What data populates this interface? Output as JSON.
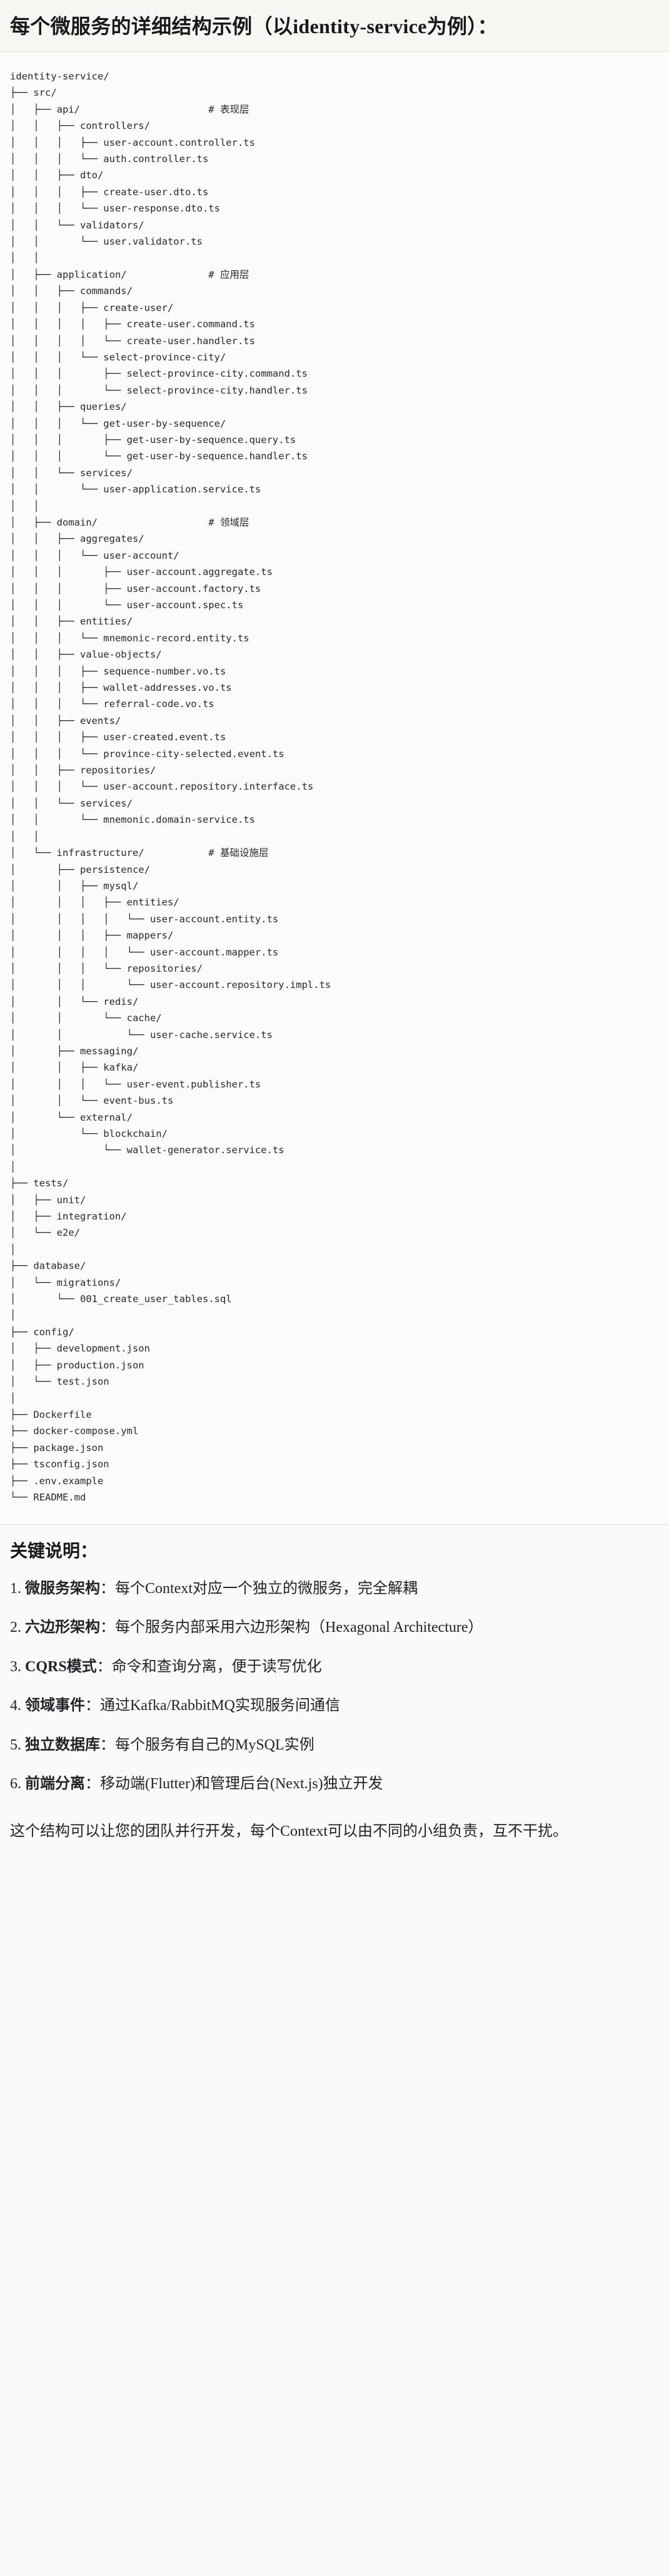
{
  "document": {
    "title": "每个微服务的详细结构示例（以identity-service为例）："
  },
  "tree": {
    "root": "identity-service/",
    "text": "identity-service/\n├── src/\n│   ├── api/                      # 表现层\n│   │   ├── controllers/\n│   │   │   ├── user-account.controller.ts\n│   │   │   └── auth.controller.ts\n│   │   ├── dto/\n│   │   │   ├── create-user.dto.ts\n│   │   │   └── user-response.dto.ts\n│   │   └── validators/\n│   │       └── user.validator.ts\n│   │\n│   ├── application/              # 应用层\n│   │   ├── commands/\n│   │   │   ├── create-user/\n│   │   │   │   ├── create-user.command.ts\n│   │   │   │   └── create-user.handler.ts\n│   │   │   └── select-province-city/\n│   │   │       ├── select-province-city.command.ts\n│   │   │       └── select-province-city.handler.ts\n│   │   ├── queries/\n│   │   │   └── get-user-by-sequence/\n│   │   │       ├── get-user-by-sequence.query.ts\n│   │   │       └── get-user-by-sequence.handler.ts\n│   │   └── services/\n│   │       └── user-application.service.ts\n│   │\n│   ├── domain/                   # 领域层\n│   │   ├── aggregates/\n│   │   │   └── user-account/\n│   │   │       ├── user-account.aggregate.ts\n│   │   │       ├── user-account.factory.ts\n│   │   │       └── user-account.spec.ts\n│   │   ├── entities/\n│   │   │   └── mnemonic-record.entity.ts\n│   │   ├── value-objects/\n│   │   │   ├── sequence-number.vo.ts\n│   │   │   ├── wallet-addresses.vo.ts\n│   │   │   └── referral-code.vo.ts\n│   │   ├── events/\n│   │   │   ├── user-created.event.ts\n│   │   │   └── province-city-selected.event.ts\n│   │   ├── repositories/\n│   │   │   └── user-account.repository.interface.ts\n│   │   └── services/\n│   │       └── mnemonic.domain-service.ts\n│   │\n│   └── infrastructure/           # 基础设施层\n│       ├── persistence/\n│       │   ├── mysql/\n│       │   │   ├── entities/\n│       │   │   │   └── user-account.entity.ts\n│       │   │   ├── mappers/\n│       │   │   │   └── user-account.mapper.ts\n│       │   │   └── repositories/\n│       │   │       └── user-account.repository.impl.ts\n│       │   └── redis/\n│       │       └── cache/\n│       │           └── user-cache.service.ts\n│       ├── messaging/\n│       │   ├── kafka/\n│       │   │   └── user-event.publisher.ts\n│       │   └── event-bus.ts\n│       └── external/\n│           └── blockchain/\n│               └── wallet-generator.service.ts\n│\n├── tests/\n│   ├── unit/\n│   ├── integration/\n│   └── e2e/\n│\n├── database/\n│   └── migrations/\n│       └── 001_create_user_tables.sql\n│\n├── config/\n│   ├── development.json\n│   ├── production.json\n│   └── test.json\n│\n├── Dockerfile\n├── docker-compose.yml\n├── package.json\n├── tsconfig.json\n├── .env.example\n└── README.md",
    "layer_comments": [
      "# 表现层",
      "# 应用层",
      "# 领域层",
      "# 基础设施层"
    ]
  },
  "key_points": {
    "heading": "关键说明：",
    "items": [
      {
        "term": "微服务架构",
        "sep": "：",
        "desc": "每个Context对应一个独立的微服务，完全解耦"
      },
      {
        "term": "六边形架构",
        "sep": "：",
        "desc": "每个服务内部采用六边形架构（Hexagonal Architecture）"
      },
      {
        "term": "CQRS模式",
        "sep": "：",
        "desc": "命令和查询分离，便于读写优化"
      },
      {
        "term": "领域事件",
        "sep": "：",
        "desc": "通过Kafka/RabbitMQ实现服务间通信"
      },
      {
        "term": "独立数据库",
        "sep": "：",
        "desc": "每个服务有自己的MySQL实例"
      },
      {
        "term": "前端分离",
        "sep": "：",
        "desc": "移动端(Flutter)和管理后台(Next.js)独立开发"
      }
    ]
  },
  "footer": {
    "note": "这个结构可以让您的团队并行开发，每个Context可以由不同的小组负责，互不干扰。"
  }
}
